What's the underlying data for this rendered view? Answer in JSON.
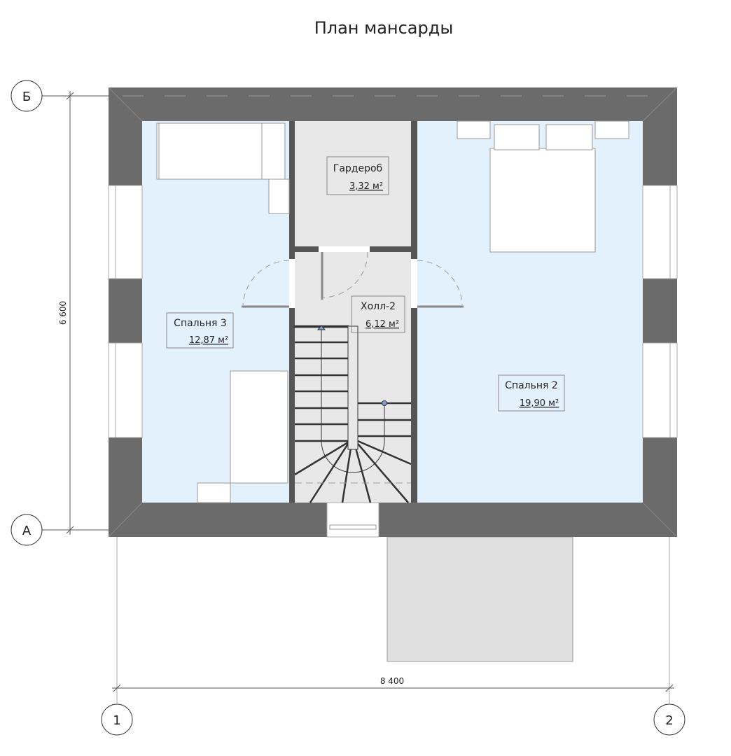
{
  "title": "План мансарды",
  "rooms": [
    {
      "name": "Гардероб",
      "area": "3,32 м²"
    },
    {
      "name": "Холл-2",
      "area": "6,12 м²"
    },
    {
      "name": "Спальня 3",
      "area": "12,87 м²"
    },
    {
      "name": "Спальня 2",
      "area": "19,90 м²"
    }
  ],
  "axes": {
    "top": "Б",
    "bottom": "А",
    "left": "1",
    "right": "2"
  },
  "dimensions": {
    "height": "6 600",
    "width": "8 400"
  },
  "colors": {
    "wall": "#6b6b6b",
    "bedroom": "#e3f1fd",
    "hall": "#e8e8e8",
    "porch": "#e0e0e0",
    "stair_marker": "#7d9fd8"
  }
}
